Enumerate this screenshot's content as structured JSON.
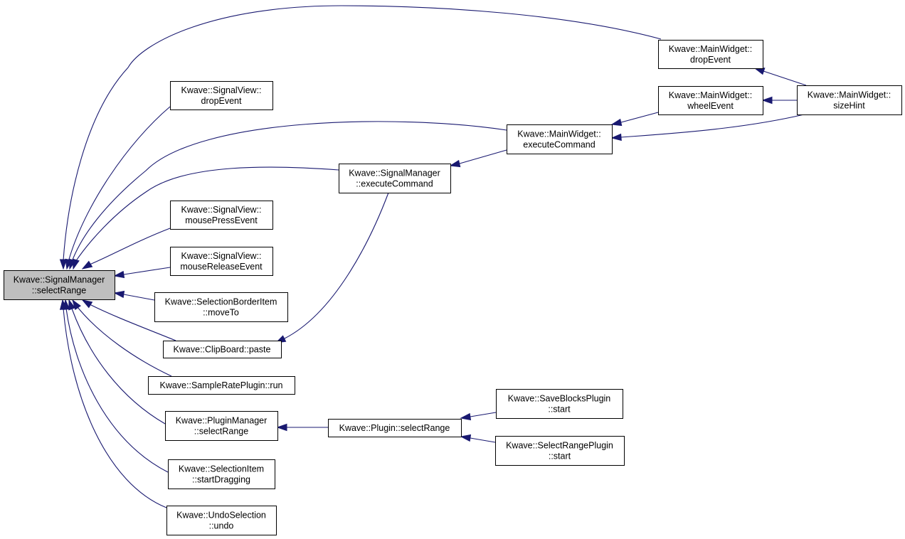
{
  "colors": {
    "edge": "#191970",
    "focus_fill": "#bfbfbf",
    "node_fill": "#ffffff",
    "border": "#000000"
  },
  "nodes": [
    {
      "id": "sm_selectRange",
      "lines": [
        "Kwave::SignalManager",
        "::selectRange"
      ],
      "focus": true
    },
    {
      "id": "mw_dropEvent",
      "lines": [
        "Kwave::MainWidget::",
        "dropEvent"
      ]
    },
    {
      "id": "mw_sizeHint",
      "lines": [
        "Kwave::MainWidget::",
        "sizeHint"
      ]
    },
    {
      "id": "mw_wheelEvent",
      "lines": [
        "Kwave::MainWidget::",
        "wheelEvent"
      ]
    },
    {
      "id": "mw_executeCommand",
      "lines": [
        "Kwave::MainWidget::",
        "executeCommand"
      ]
    },
    {
      "id": "sv_dropEvent",
      "lines": [
        "Kwave::SignalView::",
        "dropEvent"
      ]
    },
    {
      "id": "sm_executeCommand",
      "lines": [
        "Kwave::SignalManager",
        "::executeCommand"
      ]
    },
    {
      "id": "sv_mousePress",
      "lines": [
        "Kwave::SignalView::",
        "mousePressEvent"
      ]
    },
    {
      "id": "sv_mouseRelease",
      "lines": [
        "Kwave::SignalView::",
        "mouseReleaseEvent"
      ]
    },
    {
      "id": "sbi_moveTo",
      "lines": [
        "Kwave::SelectionBorderItem",
        "::moveTo"
      ]
    },
    {
      "id": "cb_paste",
      "lines": [
        "Kwave::ClipBoard::paste"
      ]
    },
    {
      "id": "srp_run",
      "lines": [
        "Kwave::SampleRatePlugin::run"
      ]
    },
    {
      "id": "pm_selectRange",
      "lines": [
        "Kwave::PluginManager",
        "::selectRange"
      ]
    },
    {
      "id": "p_selectRange",
      "lines": [
        "Kwave::Plugin::selectRange"
      ]
    },
    {
      "id": "sbp_start",
      "lines": [
        "Kwave::SaveBlocksPlugin",
        "::start"
      ]
    },
    {
      "id": "srpl_start",
      "lines": [
        "Kwave::SelectRangePlugin",
        "::start"
      ]
    },
    {
      "id": "si_startDragging",
      "lines": [
        "Kwave::SelectionItem",
        "::startDragging"
      ]
    },
    {
      "id": "us_undo",
      "lines": [
        "Kwave::UndoSelection",
        "::undo"
      ]
    }
  ],
  "edges": [
    {
      "from": "mw_dropEvent",
      "to": "sm_selectRange"
    },
    {
      "from": "sv_dropEvent",
      "to": "sm_selectRange"
    },
    {
      "from": "mw_executeCommand",
      "to": "sm_selectRange"
    },
    {
      "from": "sm_executeCommand",
      "to": "sm_selectRange"
    },
    {
      "from": "sv_mousePress",
      "to": "sm_selectRange"
    },
    {
      "from": "sv_mouseRelease",
      "to": "sm_selectRange"
    },
    {
      "from": "sbi_moveTo",
      "to": "sm_selectRange"
    },
    {
      "from": "cb_paste",
      "to": "sm_selectRange"
    },
    {
      "from": "srp_run",
      "to": "sm_selectRange"
    },
    {
      "from": "pm_selectRange",
      "to": "sm_selectRange"
    },
    {
      "from": "si_startDragging",
      "to": "sm_selectRange"
    },
    {
      "from": "us_undo",
      "to": "sm_selectRange"
    },
    {
      "from": "mw_sizeHint",
      "to": "mw_dropEvent"
    },
    {
      "from": "mw_sizeHint",
      "to": "mw_wheelEvent"
    },
    {
      "from": "mw_sizeHint",
      "to": "mw_executeCommand"
    },
    {
      "from": "mw_wheelEvent",
      "to": "mw_executeCommand"
    },
    {
      "from": "mw_executeCommand",
      "to": "sm_executeCommand"
    },
    {
      "from": "sm_executeCommand",
      "to": "cb_paste"
    },
    {
      "from": "p_selectRange",
      "to": "pm_selectRange"
    },
    {
      "from": "sbp_start",
      "to": "p_selectRange"
    },
    {
      "from": "srpl_start",
      "to": "p_selectRange"
    }
  ]
}
